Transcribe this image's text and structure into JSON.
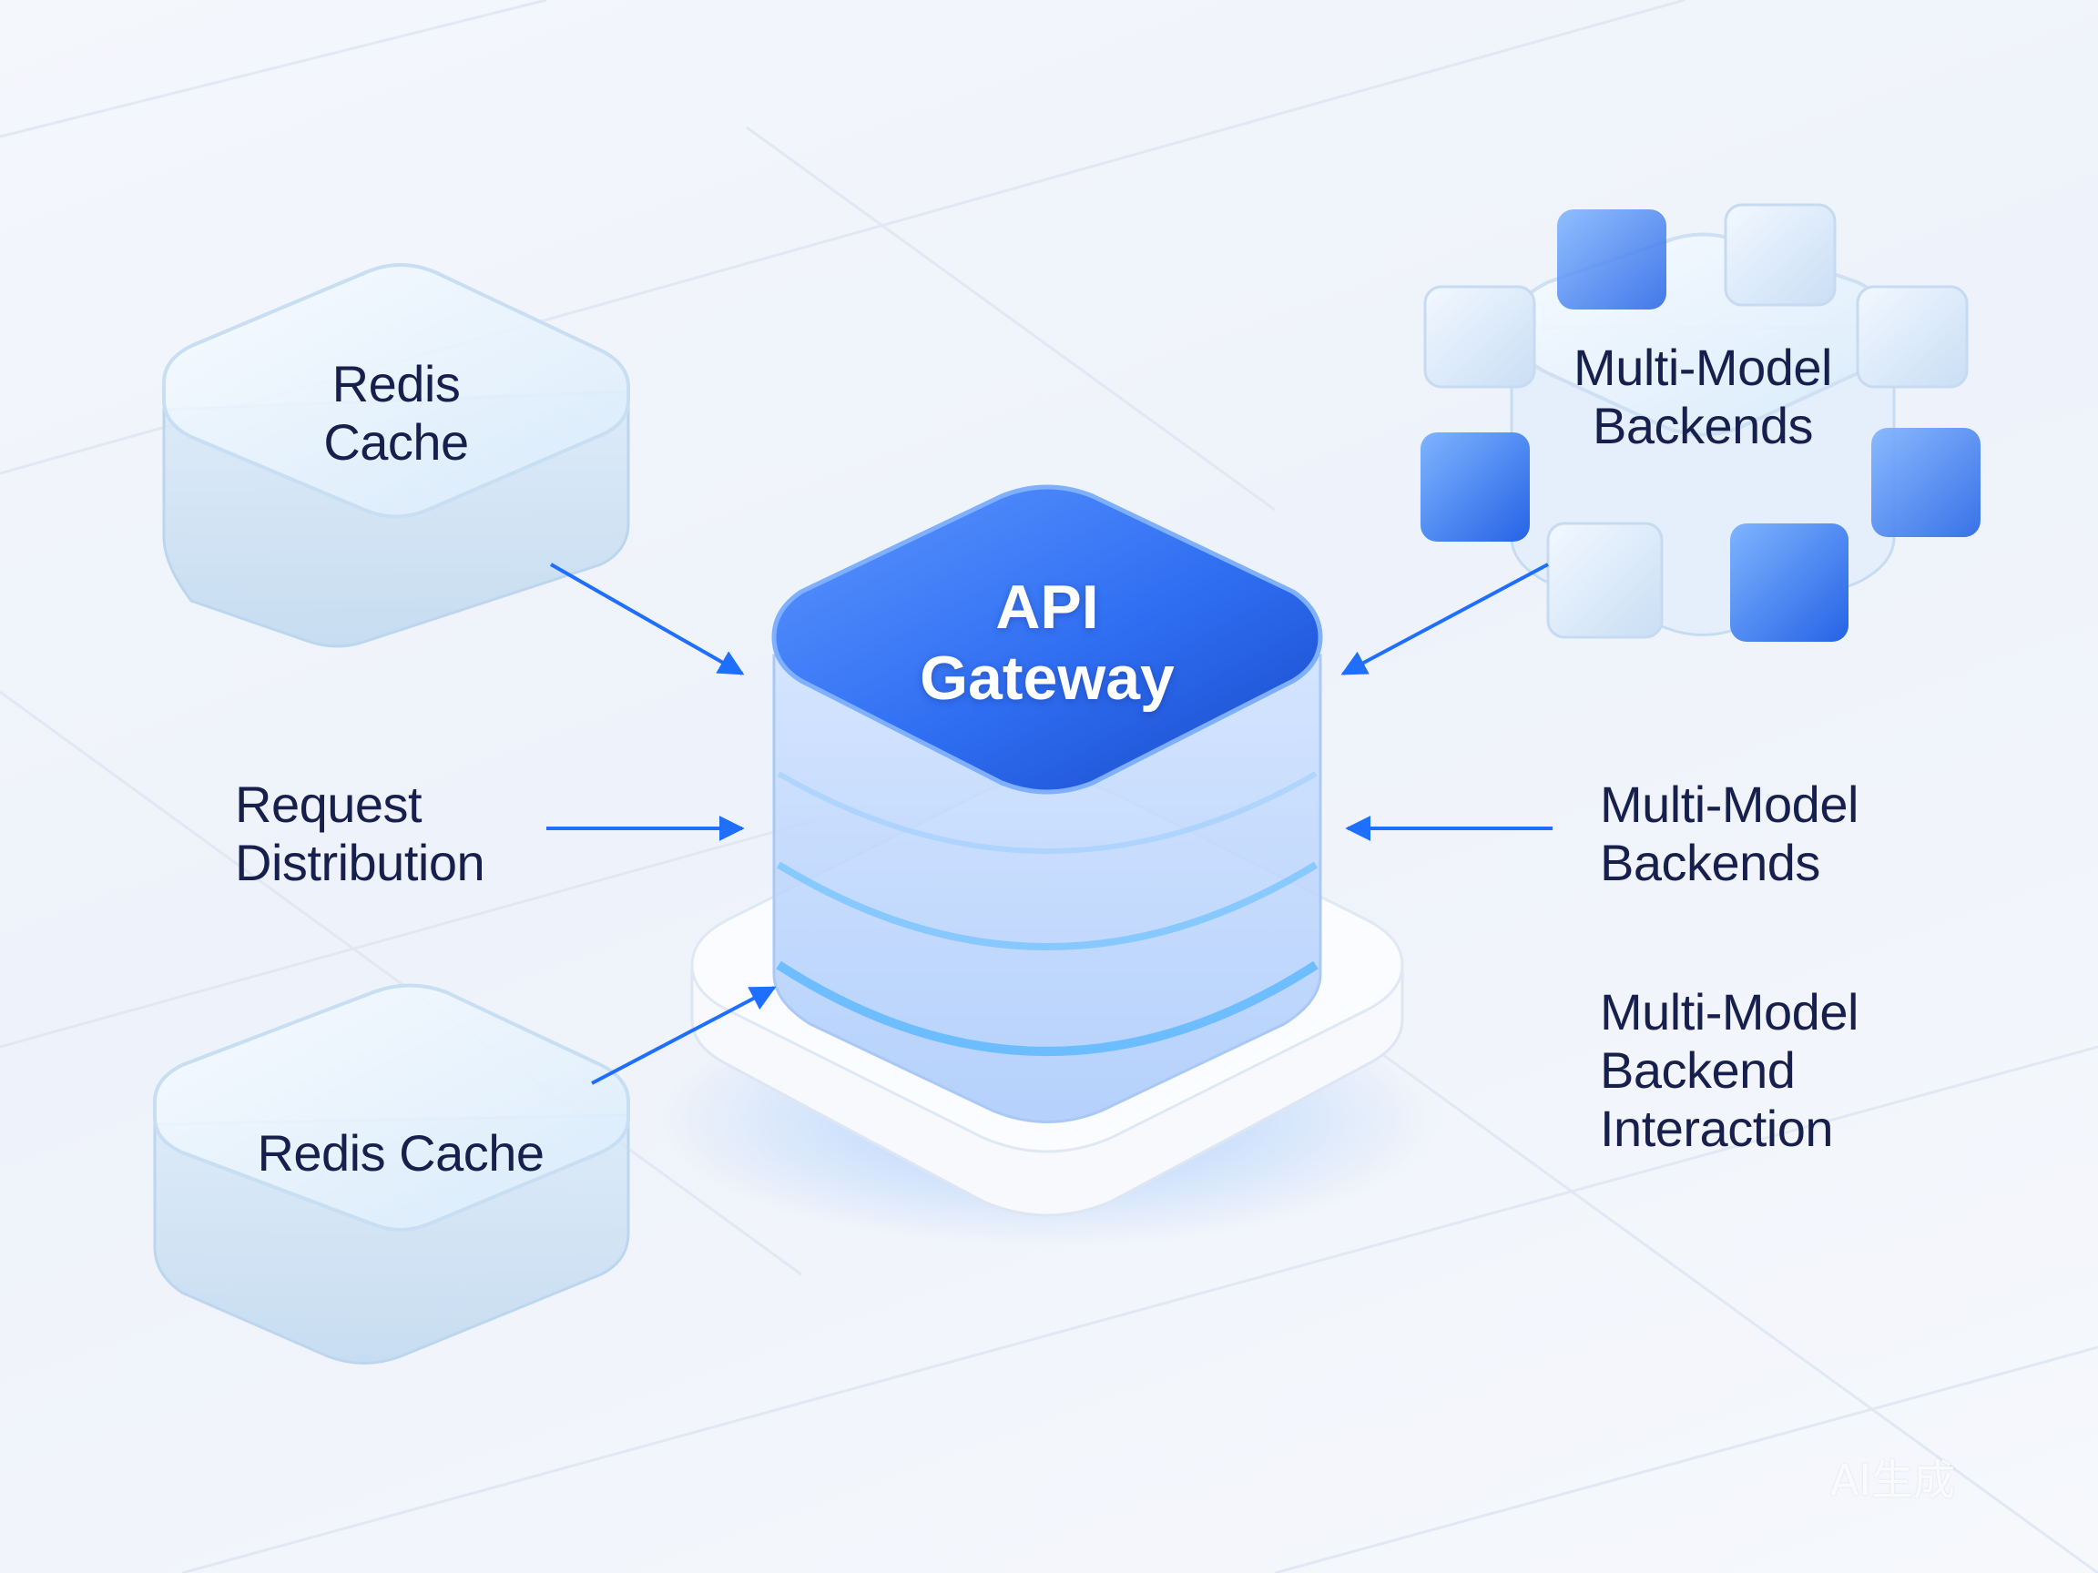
{
  "nodes": {
    "gateway": {
      "label": "API\nGateway"
    },
    "cache_top": {
      "label": "Redis\nCache"
    },
    "cache_bottom": {
      "label": "Redis Cache"
    },
    "backends_cluster": {
      "label": "Multi-Model\nBackends"
    }
  },
  "side_labels": {
    "request_distribution": "Request\nDistribution",
    "multi_model_backends": "Multi-Model\nBackends",
    "multi_model_interaction": "Multi-Model\nBackend\nInteraction"
  },
  "watermark": "AI生成",
  "colors": {
    "accent": "#1f6fff",
    "gateway_top": "#2d6cf0",
    "glow": "#59b7ff",
    "text": "#17204d"
  }
}
